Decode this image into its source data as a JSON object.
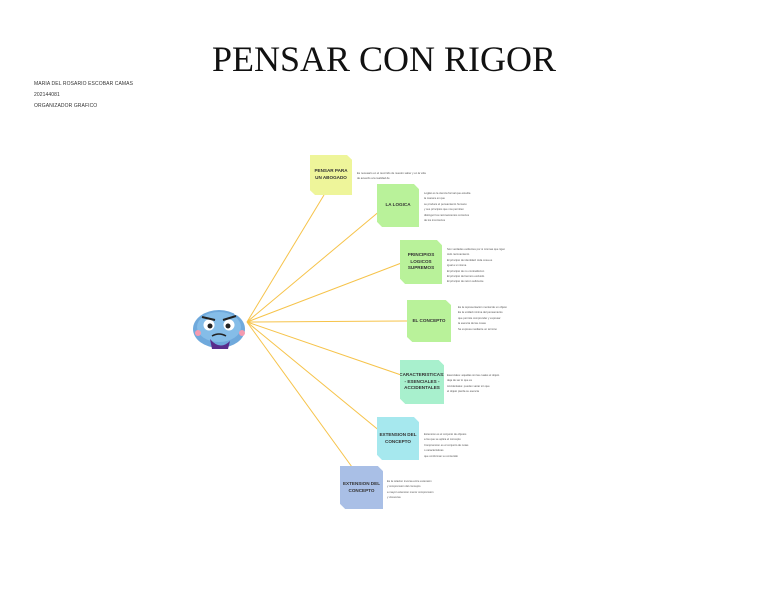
{
  "title": "PENSAR CON RIGOR",
  "author": "MARIA DEL ROSARIO ESCOBAR CAMAS",
  "code": "202144081",
  "doc_type": "ORGANIZADOR GRAFICO",
  "colors": {
    "connector": "#f6c34a",
    "yellow": "#eef59a",
    "green": "#b9f29a",
    "teal": "#a8f0cd",
    "cyan": "#a6e8ee",
    "blue": "#a9bfe6"
  },
  "center_icon": "blue-monster-character-icon",
  "nodes": [
    {
      "label": "PENSAR PARA UN ABOGADO",
      "color": "yellow",
      "notes": [
        "Es necesario en el recorrido de nuestro saber y en la vida",
        "de acuerdo a la realidad de"
      ]
    },
    {
      "label": "LA LOGICA",
      "color": "green",
      "notes": [
        "Logiké es la ciencia formal que estudia",
        "la manera en que",
        "se produce el pensamiento humano",
        "y sus principios que nos permiten",
        "distinguir los razonamientos correctos",
        "de los incorrectos"
      ]
    },
    {
      "label": "PRINCIPIOS LOGICOS SUPREMOS",
      "color": "green",
      "notes": [
        "Son verdades evidentes por si mismas que rigen",
        "todo razonamiento",
        "El principio de identidad: toda cosa es",
        "igual a si misma",
        "El principio de no contradiccion",
        "El principio del tercero excluido",
        "El principio de razon suficiente"
      ]
    },
    {
      "label": "EL CONCEPTO",
      "color": "green",
      "notes": [
        "Es la representacion mental de un objeto",
        "Es la unidad minima del pensamiento",
        "que permite comprender y expresar",
        "la esencia de las cosas",
        "Se expresa mediante un termino"
      ]
    },
    {
      "label": "CARACTERISTICAS: - ESENCIALES - ACCIDENTALES",
      "color": "teal",
      "notes": [
        "Esenciales: aquellas sin las cuales el objeto",
        "deja de ser lo que es",
        "Accidentales: pueden variar sin que",
        "el objeto pierda su esencia"
      ]
    },
    {
      "label": "EXTENSION DEL CONCEPTO",
      "color": "cyan",
      "notes": [
        "Extension es el conjunto de objetos",
        "a los que se aplica el concepto",
        "Comprension es el conjunto de notas",
        "o caracteristicas",
        "que conforman su contenido"
      ]
    },
    {
      "label": "EXTENSION DEL CONCEPTO",
      "color": "blue",
      "notes": [
        "Es la relacion inversa entre extension",
        "y comprension del concepto",
        "a mayor extension menor comprension",
        "y viceversa"
      ]
    }
  ]
}
